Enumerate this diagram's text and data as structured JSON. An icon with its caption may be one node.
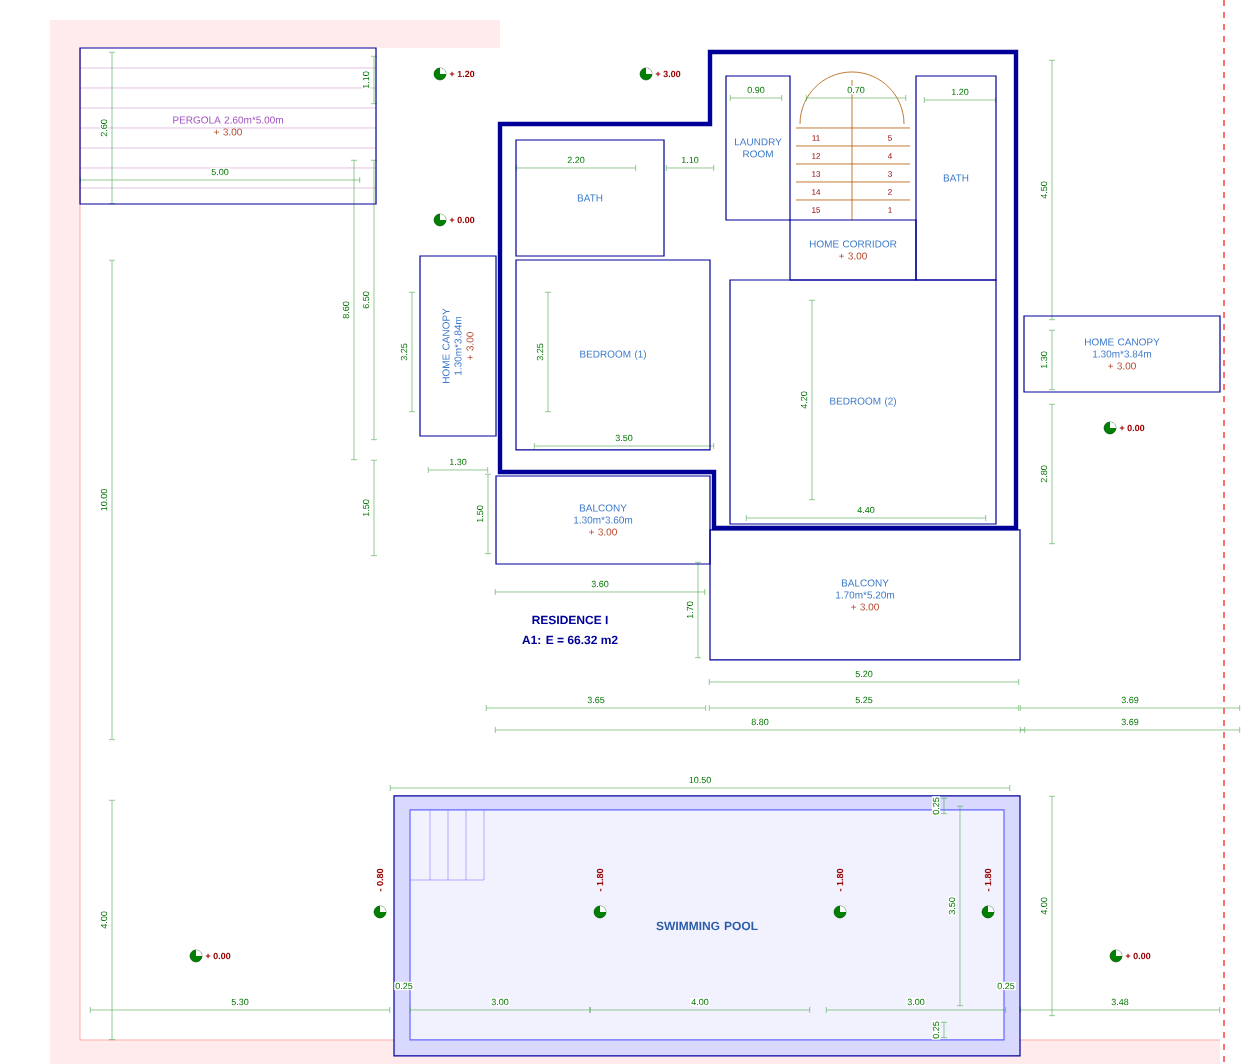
{
  "diagram": {
    "nodes": [
      {
        "text": [
          "PERGOLA 2.60m*5.00m",
          "+ 3.00"
        ]
      },
      {
        "text": [
          "BATH"
        ]
      },
      {
        "text": [
          "LAUNDRY ROOM"
        ]
      },
      {
        "text": [
          "BATH"
        ]
      },
      {
        "text": [
          "HOME CORRIDOR",
          "+ 3.00"
        ]
      },
      {
        "text": [
          "BEDROOM (1)"
        ]
      },
      {
        "text": [
          "BEDROOM (2)"
        ]
      },
      {
        "text": [
          "HOME CANOPY",
          "1.30m*3.84m",
          "+ 3.00"
        ]
      },
      {
        "text": [
          "HOME CANOPY",
          "1.30m*3.84m",
          "+ 3.00"
        ]
      },
      {
        "text": [
          "BALCONY",
          "1.30m*3.60m",
          "+ 3.00"
        ]
      },
      {
        "text": [
          "BALCONY",
          "1.70m*5.20m",
          "+ 3.00"
        ]
      },
      {
        "text": [
          "SWIMMING POOL"
        ]
      }
    ],
    "labels": [
      "+ 1.20",
      "+ 3.00",
      "1.10",
      "0.90",
      "0.70",
      "1.20",
      "2.60",
      "5.00",
      "2.20",
      "1.10",
      "+ 0.00",
      "11",
      "5",
      "12",
      "4",
      "13",
      "3",
      "14",
      "2",
      "15",
      "1",
      "8.60",
      "6.50",
      "3.25",
      "3.25",
      "4.50",
      "4.20",
      "1.30",
      "+ 0.00",
      "3.50",
      "1.30",
      "2.80",
      "10.00",
      "1.50",
      "1.50",
      "4.40",
      "3.60",
      "1.70",
      "RESIDENCE I",
      "A1: E = 66.32 m2",
      "5.20",
      "3.65",
      "5.25",
      "3.69",
      "8.80",
      "3.69",
      "10.50",
      "0.25",
      "- 0.80",
      "- 1.80",
      "- 1.80",
      "- 1.80",
      "3.50",
      "4.00",
      "4.00",
      "+ 0.00",
      "+ 0.00",
      "0.25",
      "0.25",
      "5.30",
      "3.00",
      "4.00",
      "3.00",
      "3.48",
      "0.25"
    ]
  }
}
